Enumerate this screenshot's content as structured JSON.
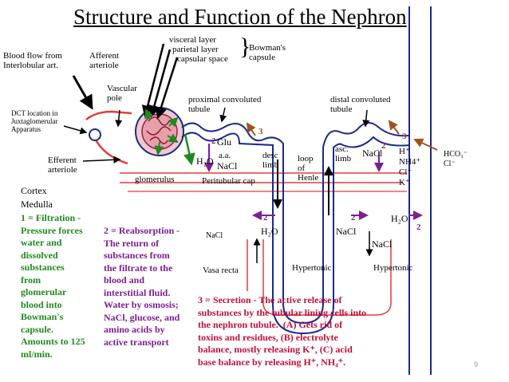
{
  "title": "Structure and Function of the Nephron",
  "labels": {
    "blood_flow": "Blood flow from\nInterlobular art.",
    "afferent": "Afferent\narteriole",
    "visceral": "visceral layer",
    "parietal": "parietal layer",
    "capsular_space": "capsular space",
    "bowmans": "Bowman's\ncapsule",
    "vascular_pole": "Vascular\npole",
    "pct": "proximal convoluted\ntubule",
    "dct": "distal convoluted\ntubule",
    "dct_location": "DCT location in\nJuxtaglomerular\nApparatus",
    "efferent": "Efferent\narteriole",
    "glomerulus": "glomerulus",
    "glu": "Glu",
    "aa": "a.a.",
    "h2o_pct": "H₂O",
    "nacl_pct": "NaCl",
    "desc_limb": "desc\nlimb",
    "loop": "loop\nof\nHenle",
    "asc_limb": "asc.\nlimb",
    "nacl_dct": "NaCl",
    "secretion_ions": "H⁺\nNH4⁺\nCl⁻\nK⁺",
    "hco3": "HCO₃⁻\nCl⁻",
    "peritubular": "Peritubular cap",
    "cortex": "Cortex",
    "medulla": "Medulla",
    "nacl_med_left": "NaCl",
    "h2o_med": "H₂O",
    "nacl_med_asc": "NaCl",
    "h2o_right": "H₂O",
    "nacl_right": "NaCl",
    "vasa_recta": "Vasa recta",
    "hypertonic_1": "Hypertonic",
    "hypertonic_2": "Hypertonic"
  },
  "numbers": {
    "n_glu": "2",
    "n_pct_sec": "3",
    "n_dct_reab": "2",
    "n_dct_sec": "3",
    "n_med_left": "2",
    "n_med_asc": "2",
    "n_right": "2"
  },
  "filtration": "1 = Filtration -\nPressure forces\nwater and\ndissolved\nsubstances\nfrom\nglomerular\nblood into\nBowman's\ncapsule.\nAmounts to 125\nml/min.",
  "reabsorption": "2 = Reabsorption -\nThe return of\nsubstances from\nthe filtrate to the\nblood and\ninterstitial fluid.\nWater by osmosis;\nNaCl, glucose, and\namino acids by\nactive transport",
  "secretion": "3 = Secretion - The active release of\nsubstances by the tubular lining cells into\nthe nephron tubule.  (A) Gets rid of\ntoxins and residues, (B) electrolyte\nbalance, mostly releasing K⁺, (C) acid\nbase balance by releasing H⁺, NH₄⁺.",
  "page_number": "9",
  "colors": {
    "vessel": "#e83a3a",
    "tubule": "#1a2a8a",
    "filtration": "#1e8a1e",
    "reabsorption": "#7a2090",
    "secretion_text": "#c0103a",
    "secretion_arrow": "#a0521d"
  }
}
